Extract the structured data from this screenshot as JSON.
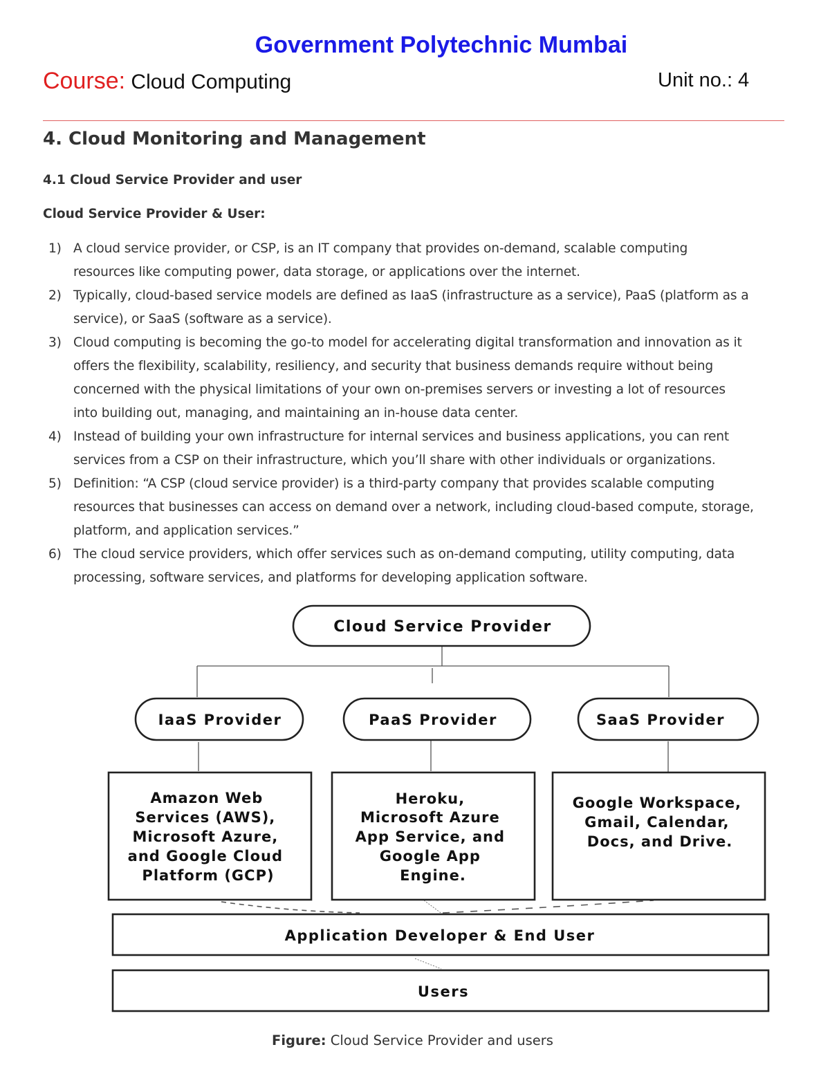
{
  "header": {
    "institution": "Government Polytechnic Mumbai",
    "course_label": "Course:",
    "course_name": "Cloud Computing",
    "unit": "Unit no.: 4"
  },
  "chapter_title": "4. Cloud Monitoring and Management",
  "section_title": "4.1 Cloud Service Provider and user",
  "subsection_title": "Cloud Service Provider & User:",
  "points": [
    {
      "num": "1)",
      "lines": [
        "A cloud service provider, or CSP, is an IT company that provides on-demand, scalable computing",
        "resources like computing power, data storage, or applications over the internet."
      ]
    },
    {
      "num": "2)",
      "lines": [
        "Typically, cloud-based service models are defined as IaaS (infrastructure as a service), PaaS (platform as a",
        "service), or SaaS (software as a service)."
      ]
    },
    {
      "num": "3)",
      "lines": [
        "Cloud computing is becoming the go-to model for accelerating digital transformation and innovation as it",
        "offers the flexibility, scalability, resiliency, and security that business demands require without being",
        "concerned with the physical limitations of your own on-premises servers or investing a lot of resources",
        "into building out, managing, and maintaining an in-house data center."
      ]
    },
    {
      "num": "4)",
      "lines": [
        "Instead of building your own infrastructure for internal services and business applications, you can rent",
        "services from a CSP on their infrastructure, which you’ll share with other individuals or organizations."
      ]
    },
    {
      "num": "5)",
      "lines": [
        "Definition: “A CSP (cloud service provider) is a third-party company that provides scalable computing",
        "resources that businesses can access on demand over a network, including cloud-based compute, storage,",
        "platform, and application services.”"
      ]
    },
    {
      "num": "6)",
      "lines": [
        "The cloud service providers, which offer services such as on-demand computing, utility computing, data",
        "processing, software services, and platforms for developing application software."
      ]
    }
  ],
  "diagram": {
    "root": "Cloud Service Provider",
    "providers": [
      "IaaS Provider",
      "PaaS Provider",
      "SaaS Provider"
    ],
    "examples": [
      [
        "Amazon Web",
        "Services (AWS),",
        "Microsoft Azure,",
        "and Google Cloud",
        "Platform (GCP)"
      ],
      [
        "Heroku,",
        "Microsoft Azure",
        "App Service, and",
        "Google App",
        "Engine."
      ],
      [
        "Google Workspace,",
        "Gmail, Calendar,",
        "Docs, and Drive."
      ]
    ],
    "developer": "Application Developer & End User",
    "users": "Users"
  },
  "caption": {
    "label": "Figure:",
    "text": "Cloud Service Provider and users"
  }
}
